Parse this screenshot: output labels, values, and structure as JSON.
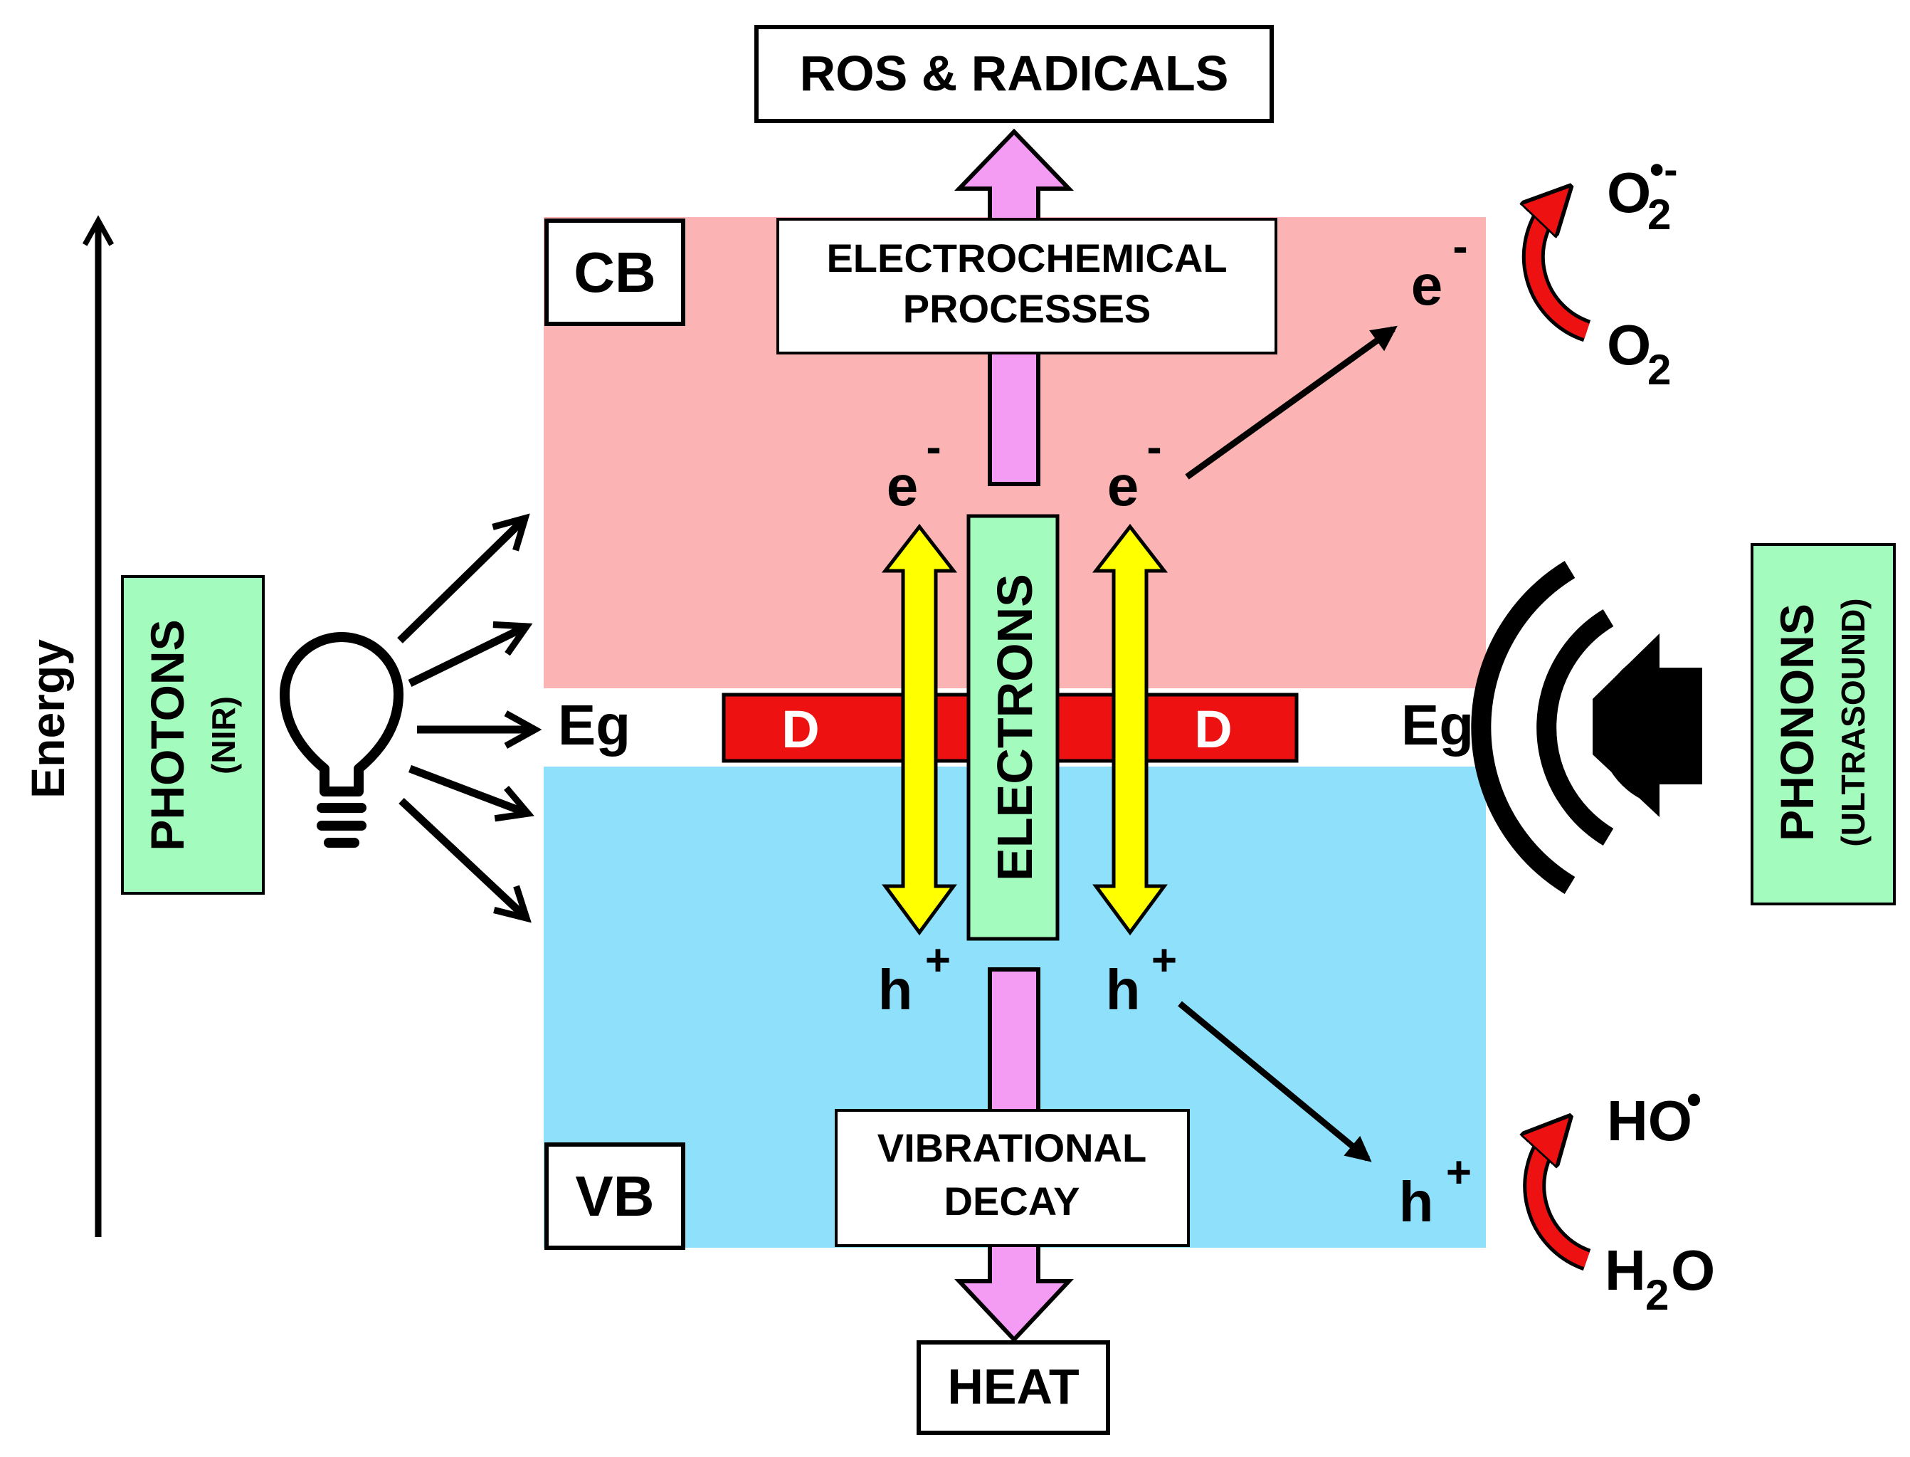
{
  "diagram": {
    "energy_axis_label": "Energy",
    "top_output": "ROS & RADICALS",
    "bottom_output": "HEAT",
    "conduction_band": "CB",
    "valence_band": "VB",
    "top_process": {
      "line1": "ELECTROCHEMICAL",
      "line2": "PROCESSES"
    },
    "bottom_process": {
      "line1": "VIBRATIONAL",
      "line2": "DECAY"
    },
    "center_label": "ELECTRONS",
    "defect_label": "D",
    "gap_label": "Eg",
    "left_source": {
      "label": "PHOTONS",
      "sublabel": "(NIR)"
    },
    "right_source": {
      "label": "PHONONS",
      "sublabel": "(ULTRASOUND)"
    },
    "electron": {
      "base": "e",
      "sup": "-"
    },
    "hole": {
      "base": "h",
      "sup": "+"
    },
    "reduction": {
      "reactant": {
        "base": "O",
        "sub": "2"
      },
      "product": {
        "base": "O",
        "sub": "2",
        "sup": "•-"
      }
    },
    "oxidation": {
      "reactant": {
        "pre": "H",
        "sub": "2",
        "post": "O"
      },
      "product": {
        "base": "HO",
        "sup": "•"
      }
    }
  },
  "colors": {
    "conduction_band": "#fbb3b3",
    "valence_band": "#8ee0fb",
    "defect": "#ee1111",
    "excitation_arrow": "#ffff00",
    "process_arrow": "#f49bf4",
    "label_box_green": "#a4fbbe",
    "red_curve": "#ee1111"
  }
}
